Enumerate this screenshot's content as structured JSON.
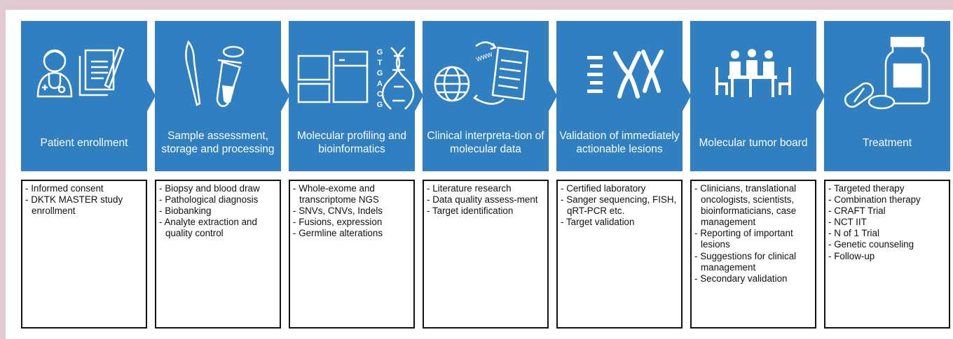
{
  "stages": [
    {
      "title": "Patient enrollment",
      "icons": [
        "doctor-icon",
        "clipboard-icon"
      ],
      "items": [
        "Informed consent",
        "DKTK MASTER study enrollment"
      ]
    },
    {
      "title": "Sample assessment, storage and processing",
      "icons": [
        "scalpel-icon",
        "sample-tube-icon"
      ],
      "items": [
        "Biopsy and blood draw",
        "Pathological diagnosis",
        "Biobanking",
        "Analyte extraction and quality control"
      ]
    },
    {
      "title": "Molecular profiling and bioinformatics",
      "icons": [
        "sequencer-icon",
        "dna-icon"
      ],
      "dna_letters": [
        "G",
        "T",
        "G",
        "A",
        "C",
        "G"
      ],
      "items": [
        "Whole-exome and transcriptome NGS",
        "SNVs, CNVs, Indels",
        "Fusions, expression",
        "Germline alterations"
      ]
    },
    {
      "title": "Clinical interpreta-tion of molecular data",
      "icons": [
        "globe-icon",
        "document-icon",
        "cycle-arrows-icon"
      ],
      "www_label": "www",
      "items": [
        "Literature research",
        "Data quality assess-ment",
        "Target identification"
      ]
    },
    {
      "title": "Validation of immediately actionable lesions",
      "icons": [
        "gel-bands-icon",
        "chromosome-icon"
      ],
      "items": [
        "Certified laboratory",
        "Sanger sequencing, FISH, qRT-PCR etc.",
        "Target validation"
      ]
    },
    {
      "title": "Molecular tumor board",
      "icons": [
        "meeting-table-icon"
      ],
      "items": [
        "Clinicians, translational oncologists, scientists, bioinformaticians, case management",
        "Reporting of important lesions",
        "Suggestions for clinical management",
        "Secondary validation"
      ]
    },
    {
      "title": "Treatment",
      "icons": [
        "pill-bottle-icon",
        "pills-icon"
      ],
      "items": [
        "Targeted therapy",
        "Combination therapy",
        "CRAFT Trial",
        "NCT IIT",
        "N of 1 Trial",
        "Genetic counseling",
        "Follow-up"
      ]
    }
  ],
  "colors": {
    "stage_fill": "#2f7fc1",
    "box_border": "#111111",
    "frame": "#e2c9d0"
  }
}
